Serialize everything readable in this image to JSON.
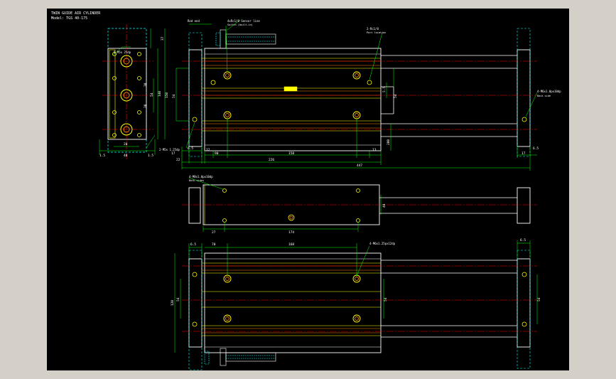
{
  "drawing": {
    "title_line1": "TWIN GUIDE AIR CYLINDER",
    "title_line2": "Model: TGS 40-175"
  },
  "colors": {
    "background": "#000000",
    "outline": "#ffffff",
    "dimension": "#00ff00",
    "centerline": "#ff0000",
    "hidden": "#00ffff",
    "highlight": "#ffff00",
    "rod": "#ff8000",
    "frame": "#d4d0c8"
  },
  "end_view": {
    "callouts": {
      "bolt": "8-M5x 25dp",
      "tap": "2-M5x 1.25dp"
    },
    "dims": {
      "top": "37",
      "side_outer": "150",
      "side_inner": "140",
      "side_mid": "54",
      "w1": "30",
      "w2": "30",
      "gap_l": "1.5",
      "gap_r": "1.5",
      "width": "48",
      "inner": "20"
    }
  },
  "front_view": {
    "callouts": {
      "rod_end": "Rod end",
      "port": "4xRc1/8 Sensor line",
      "port_note": "Switch (built-in)",
      "piston": "2-Rc1/8",
      "piston_note": "Port location",
      "mount": "4-M6x1.0px10dp",
      "mount_note": "Back side"
    },
    "dims": {
      "d1": "6.5",
      "d2": "17",
      "d3": "12",
      "d4": "90",
      "d5": "158",
      "d6": "13",
      "d7": "22",
      "d8": "226",
      "d9": "447",
      "d10": "17",
      "d11": "6.5",
      "h1": "54",
      "h2": "5.5",
      "h3": "200"
    }
  },
  "middle_view": {
    "callouts": {
      "tap": "4-M8x1.0px10dp",
      "tap_note": "Both sides"
    },
    "dims": {
      "a": "27",
      "b": "174",
      "c": "40"
    }
  },
  "bottom_view": {
    "callouts": {
      "tap": "4-M6x1.25px12dp"
    },
    "dims": {
      "a": "6.5",
      "b": "70",
      "c": "168",
      "d": "6.5",
      "h_left": "120",
      "h_mid": "54",
      "h_right": "54",
      "h_right2": "54"
    }
  }
}
